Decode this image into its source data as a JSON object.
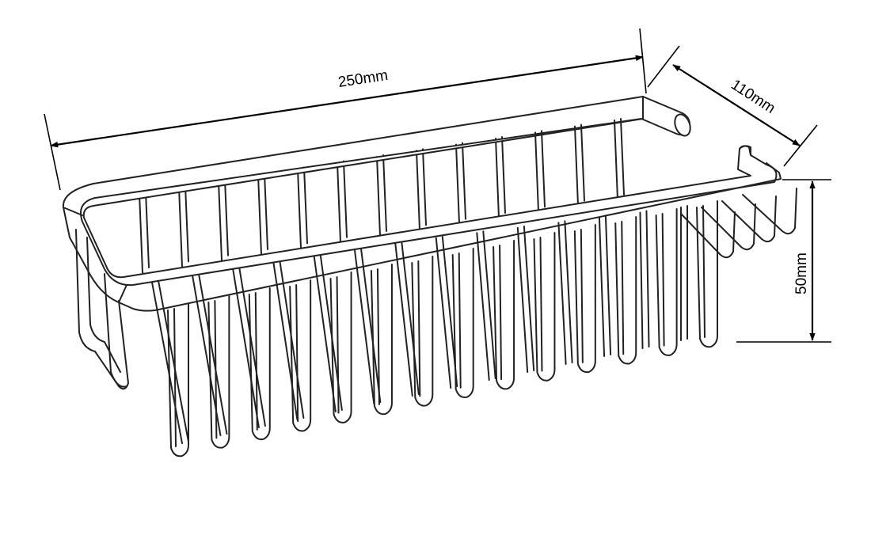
{
  "figure": {
    "subject": "wire shower basket",
    "dimensions": {
      "length": "250mm",
      "depth": "110mm",
      "height": "50mm"
    }
  }
}
